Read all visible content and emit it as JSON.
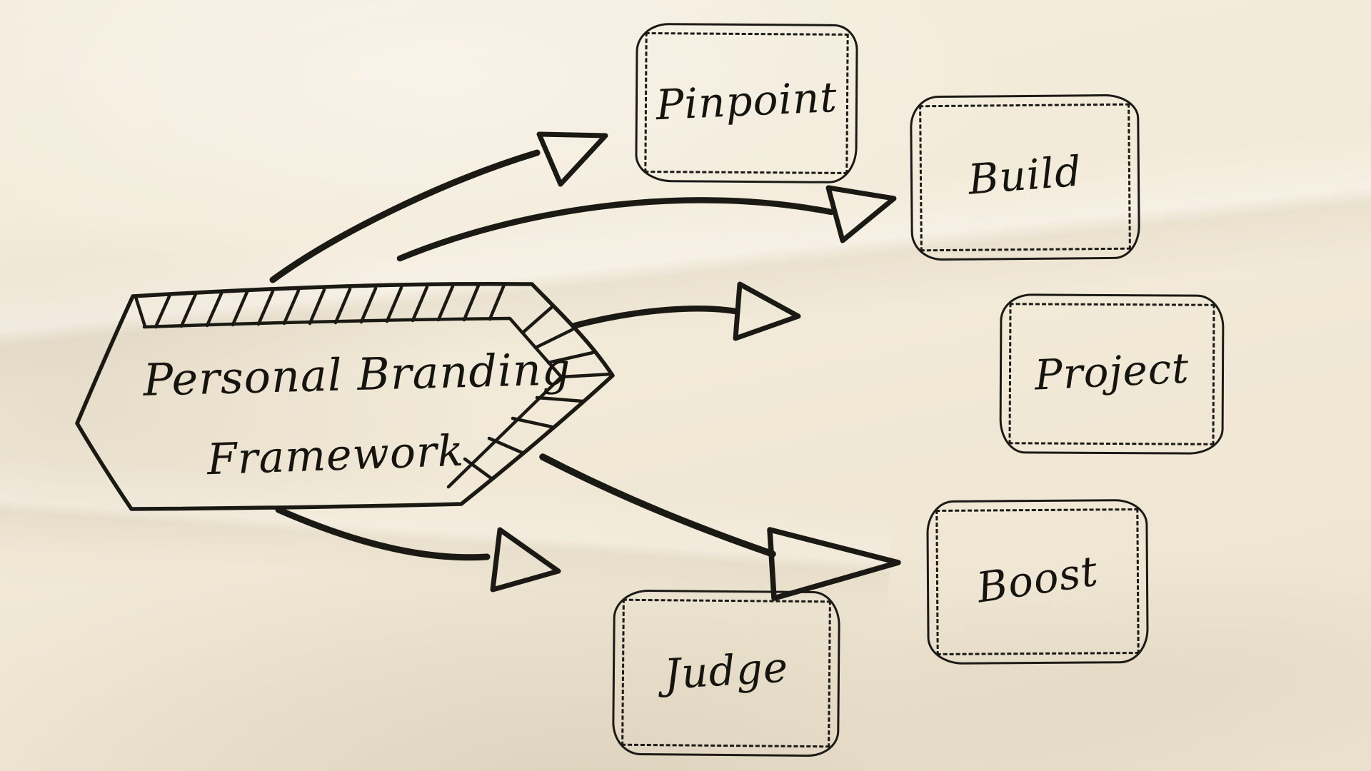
{
  "title": "Personal Branding Framework diagram",
  "colors": {
    "paper": "#f2ebda",
    "ink": "#1c1a16"
  },
  "center_node": {
    "line1": "Personal Branding",
    "line2": "Framework"
  },
  "nodes": [
    {
      "id": "pinpoint",
      "label": "Pinpoint"
    },
    {
      "id": "build",
      "label": "Build"
    },
    {
      "id": "project",
      "label": "Project"
    },
    {
      "id": "boost",
      "label": "Boost"
    },
    {
      "id": "judge",
      "label": "Judge"
    }
  ]
}
